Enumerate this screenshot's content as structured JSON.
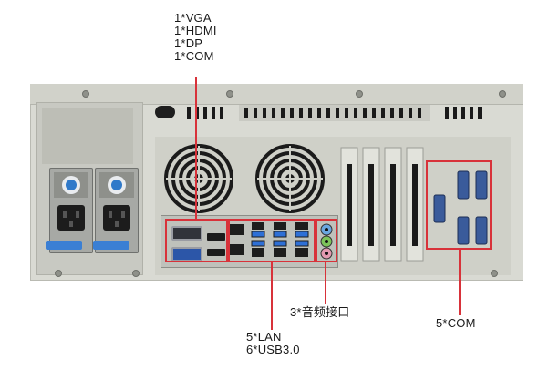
{
  "callouts": {
    "top": [
      "1*VGA",
      "1*HDMI",
      "1*DP",
      "1*COM"
    ],
    "lan_usb": [
      "5*LAN",
      "6*USB3.0"
    ],
    "audio": "3*音频接口",
    "com": "5*COM"
  },
  "colors": {
    "highlight": "#d8323a",
    "chassis": "#d9dad3",
    "port_blue": "#2e6fd6"
  }
}
